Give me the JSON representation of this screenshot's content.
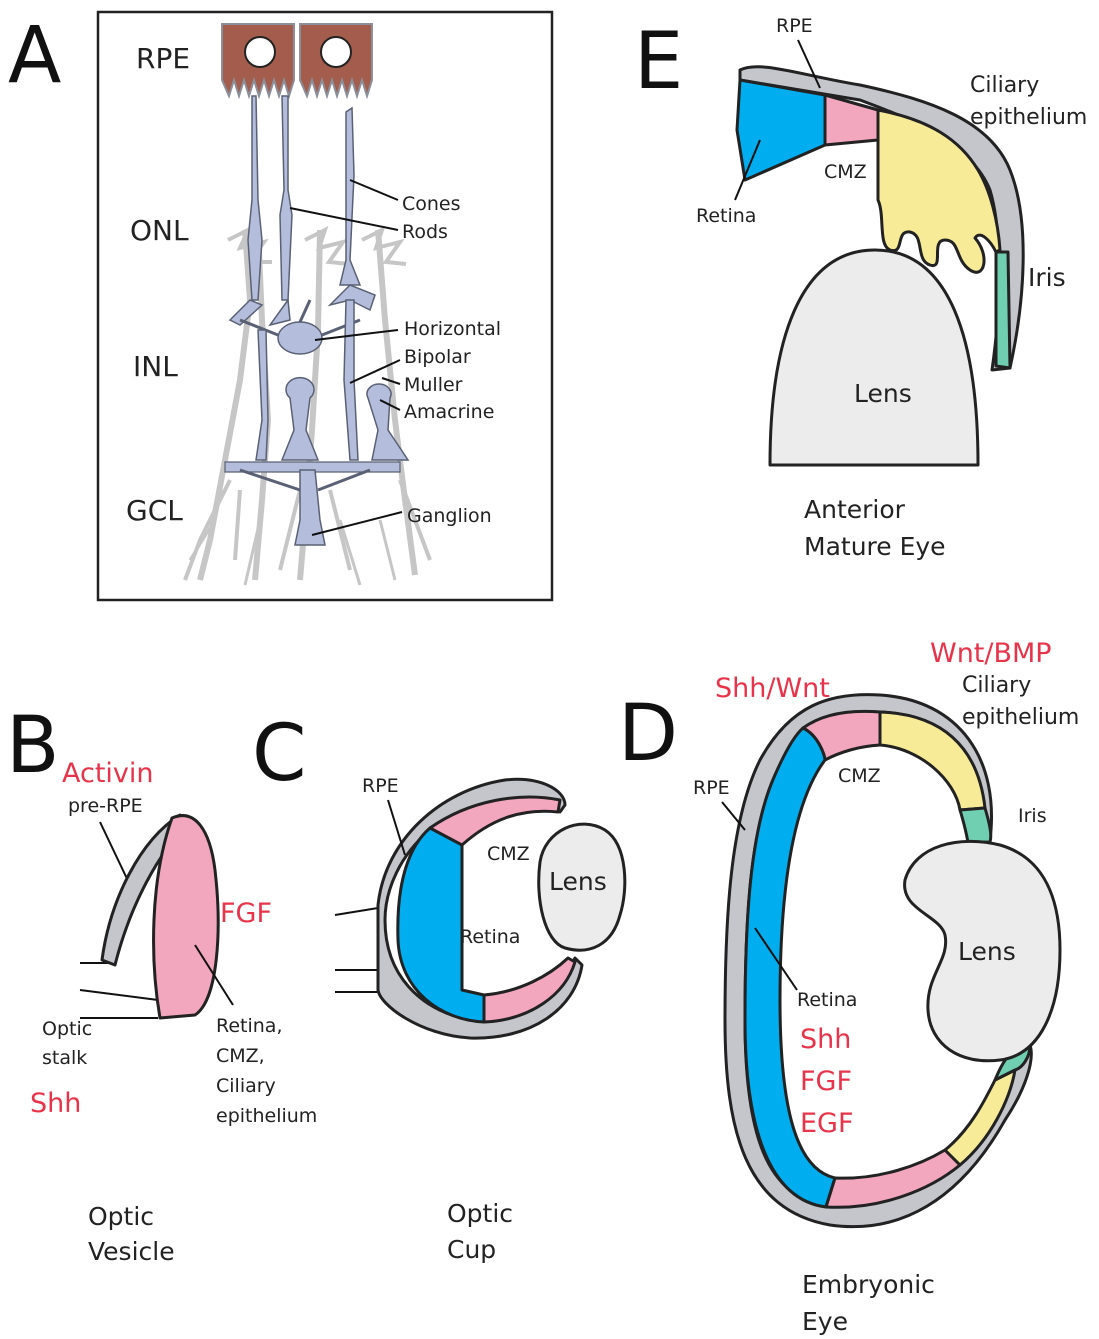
{
  "colors": {
    "rpe_gray": "#c4c6cc",
    "retina_blue": "#00aeef",
    "cmz_pink": "#f2a7bf",
    "ciliary_yellow": "#f7eb97",
    "iris_green": "#6fcfb0",
    "lens_gray": "#ececec",
    "rpe_cell_brown": "#a45c4c",
    "neuron_lilac": "#b4bddc",
    "factor_red": "#e8334a"
  },
  "panelA": {
    "letter": "A",
    "layers": [
      "RPE",
      "ONL",
      "INL",
      "GCL"
    ],
    "cells": [
      "Cones",
      "Rods",
      "Horizontal",
      "Bipolar",
      "Muller",
      "Amacrine",
      "Ganglion"
    ]
  },
  "panelB": {
    "letter": "B",
    "factors": [
      "Activin",
      "FGF",
      "Shh"
    ],
    "labels": {
      "prerpe": "pre-RPE",
      "stalk1": "Optic",
      "stalk2": "stalk",
      "tissue1": "Retina,",
      "tissue2": "CMZ,",
      "tissue3": "Ciliary",
      "tissue4": "epithelium"
    },
    "caption": [
      "Optic",
      "Vesicle"
    ]
  },
  "panelC": {
    "letter": "C",
    "labels": {
      "rpe": "RPE",
      "cmz": "CMZ",
      "lens": "Lens",
      "retina": "Retina"
    },
    "caption": [
      "Optic",
      "Cup"
    ]
  },
  "panelD": {
    "letter": "D",
    "factors_top": [
      "Shh/Wnt",
      "Wnt/BMP"
    ],
    "factors_retina": [
      "Shh",
      "FGF",
      "EGF"
    ],
    "labels": {
      "ciliary1": "Ciliary",
      "ciliary2": "epithelium",
      "rpe": "RPE",
      "cmz": "CMZ",
      "iris": "Iris",
      "lens": "Lens",
      "retina": "Retina"
    },
    "caption": [
      "Embryonic",
      "Eye"
    ]
  },
  "panelE": {
    "letter": "E",
    "labels": {
      "rpe": "RPE",
      "ciliary1": "Ciliary",
      "ciliary2": "epithelium",
      "cmz": "CMZ",
      "retina": "Retina",
      "iris": "Iris",
      "lens": "Lens"
    },
    "caption": [
      "Anterior",
      "Mature Eye"
    ]
  }
}
